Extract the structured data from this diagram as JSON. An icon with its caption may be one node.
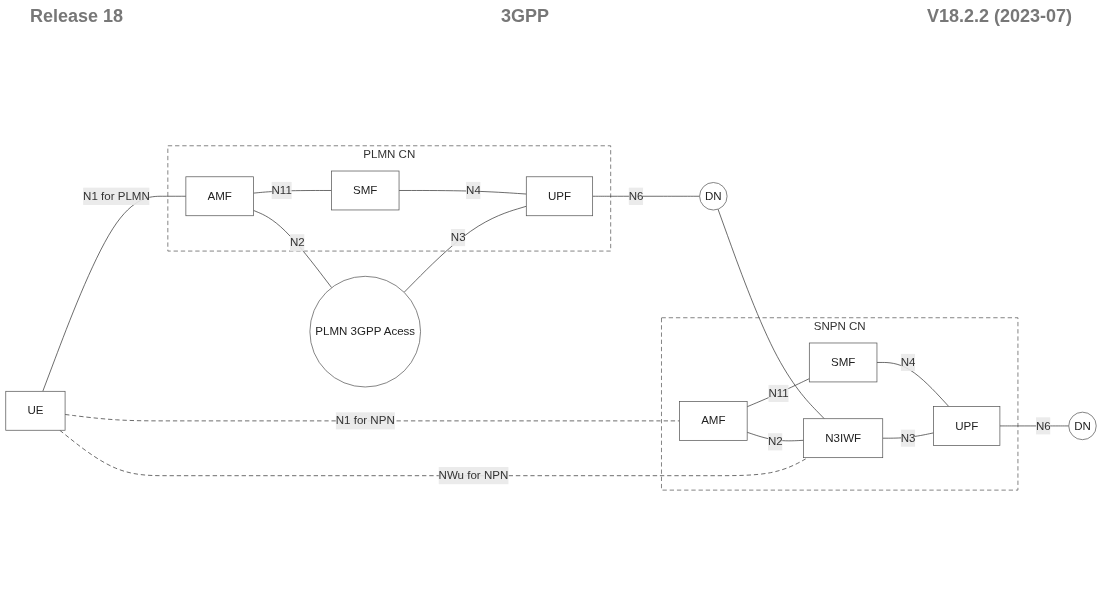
{
  "diagram": {
    "nodes": [
      {
        "text": [
          "UE"
        ]
      },
      {
        "text": [
          "PLMN 3GPP Acess"
        ]
      },
      {
        "text": [
          "PLMN CN"
        ]
      },
      {
        "text": [
          "AMF"
        ],
        "in": 2
      },
      {
        "text": [
          "SMF"
        ],
        "in": 2
      },
      {
        "text": [
          "UPF"
        ],
        "in": 2
      },
      {
        "text": [
          "DN"
        ]
      },
      {
        "text": [
          "SNPN CN"
        ]
      },
      {
        "text": [
          "AMF"
        ],
        "in": 7
      },
      {
        "text": [
          "SMF"
        ],
        "in": 7
      },
      {
        "text": [
          "N3IWF"
        ],
        "in": 7
      },
      {
        "text": [
          "UPF"
        ],
        "in": 7
      },
      {
        "text": [
          "DN"
        ]
      }
    ],
    "edges": [
      {
        "from": 0,
        "to": 3,
        "arrow": "none",
        "label": "N1 for PLMN"
      },
      {
        "from": 3,
        "to": 4,
        "arrow": "none",
        "label": "N11"
      },
      {
        "from": 3,
        "to": 1,
        "arrow": "none",
        "label": "N2"
      },
      {
        "from": 4,
        "to": 5,
        "arrow": "none",
        "label": "N4"
      },
      {
        "from": 1,
        "to": 5,
        "arrow": "none",
        "label": "N3"
      },
      {
        "from": 5,
        "to": 6,
        "arrow": "none",
        "label": "N6"
      },
      {
        "from": 0,
        "to": 8,
        "arrow": "none",
        "label": "N1 for NPN",
        "style": "dashed"
      },
      {
        "from": 0,
        "to": 10,
        "arrow": "none",
        "label": "NWu for NPN",
        "style": "dashed"
      },
      {
        "from": 6,
        "to": 10,
        "arrow": "none"
      },
      {
        "from": 8,
        "to": 9,
        "arrow": "none",
        "label": "N11"
      },
      {
        "from": 8,
        "to": 10,
        "arrow": "none",
        "label": "N2"
      },
      {
        "from": 9,
        "to": 11,
        "arrow": "none",
        "label": "N4"
      },
      {
        "from": 10,
        "to": 11,
        "arrow": "none",
        "label": "N3"
      },
      {
        "from": 11,
        "to": 12,
        "arrow": "none",
        "label": "N6"
      }
    ],
    "labels": [
      "Release 18",
      "3GPP",
      "V18.2.2 (2023-07)"
    ]
  }
}
